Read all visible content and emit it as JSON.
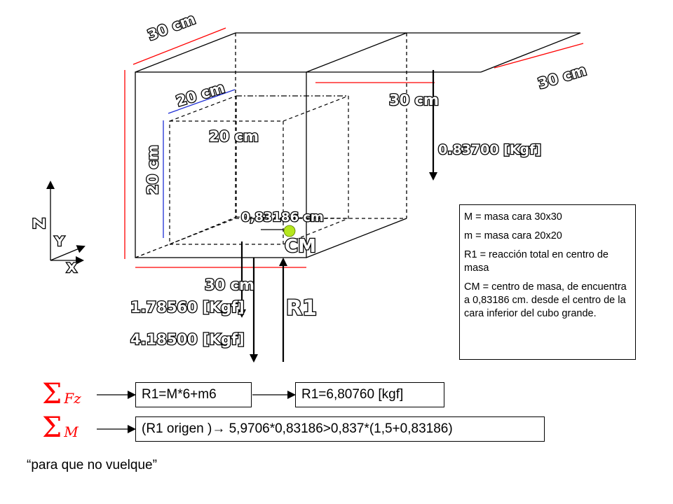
{
  "dimensions": {
    "top_edge": "30 cm",
    "right_edge": "30 cm",
    "top_depth": "30 cm",
    "inner_top": "20 cm",
    "inner_depth": "20 cm",
    "inner_height": "20 cm",
    "bottom_edge": "30 cm"
  },
  "forces": {
    "top_force": "0.83700  [Kgf]",
    "cm_offset": "0,83186 cm",
    "cm_label": "CM",
    "force_a": "1.78560 [Kgf]",
    "force_b": "4.18500 [Kgf]",
    "reaction": "R1"
  },
  "axes": {
    "z": "Z",
    "y": "Y",
    "x": "X"
  },
  "legend": {
    "line1": "M   =  masa  cara 30x30",
    "line2": "m   =  masa  cara 20x20",
    "line3": "R1 = reacción  total en centro de masa",
    "line4": "CM = centro de masa, de encuentra a 0,83186 cm. desde el centro de la cara inferior del cubo grande."
  },
  "equations": {
    "sum_fz": "Fz",
    "sum_m": "M",
    "eq1": "R1=M*6+m6",
    "eq1_result": "R1=6,80760  [kgf]",
    "eq2": "(R1 origen )→ 5,9706*0,83186>0,837*(1,5+0,83186)",
    "note": "“para que no vuelque”"
  },
  "colors": {
    "accent_red": "#ff0000",
    "dim_blue": "#1f2fd6",
    "cm_dot": "#b5e61d"
  }
}
